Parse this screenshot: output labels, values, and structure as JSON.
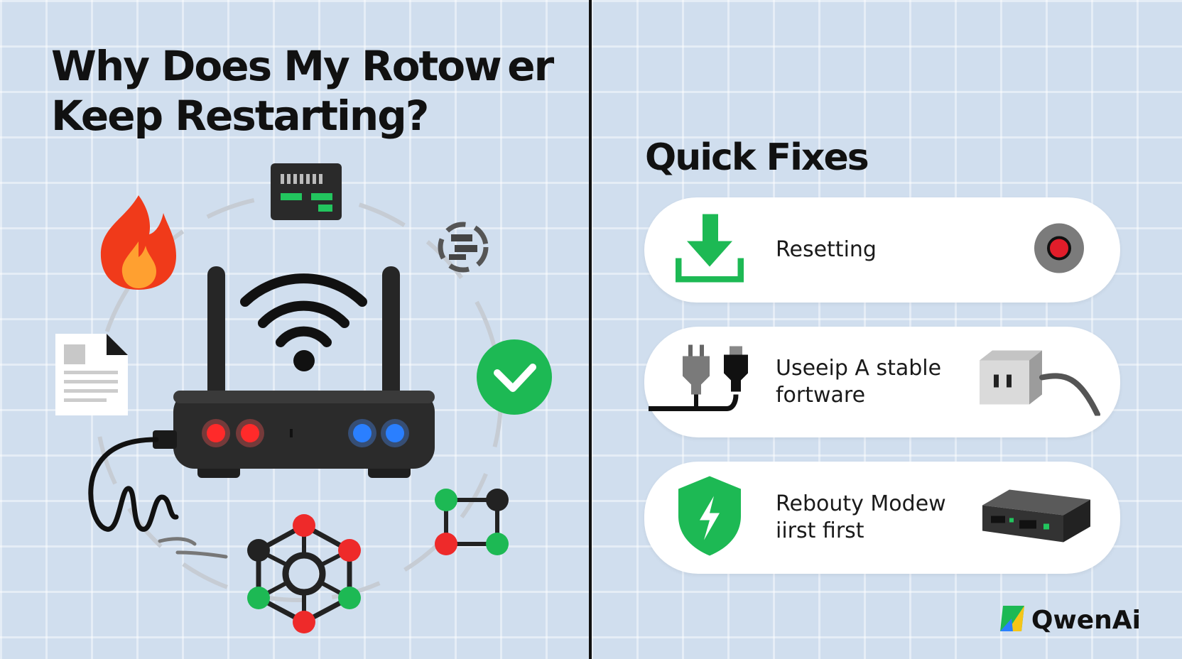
{
  "title": {
    "line1": "Why Does My Rotow er",
    "line2": "Keep Restarting?"
  },
  "quick_fixes": {
    "heading": "Quick Fixes",
    "items": [
      {
        "lines": [
          "Resetting"
        ],
        "left_icon": "download-icon",
        "right_icon": "reset-button-icon"
      },
      {
        "lines": [
          "Useeip A stable",
          "fortware"
        ],
        "left_icon": "power-plug-icon",
        "right_icon": "power-adapter-icon"
      },
      {
        "lines": [
          "Rebouty Modew",
          "iirst first"
        ],
        "left_icon": "shield-bolt-icon",
        "right_icon": "modem-icon"
      }
    ]
  },
  "brand": {
    "name": "QwenAi"
  },
  "illustration": {
    "center": "router-icon",
    "surrounding_icons": [
      "fire-icon",
      "network-switch-icon",
      "glitch-icon",
      "document-icon",
      "checkmark-icon",
      "power-cable-icon",
      "network-node-icon",
      "cube-network-icon"
    ]
  },
  "colors": {
    "accent_green": "#1db954",
    "led_red": "#ff2a2a",
    "led_blue": "#2a7fff",
    "background": "#d0deee",
    "text": "#111111"
  }
}
